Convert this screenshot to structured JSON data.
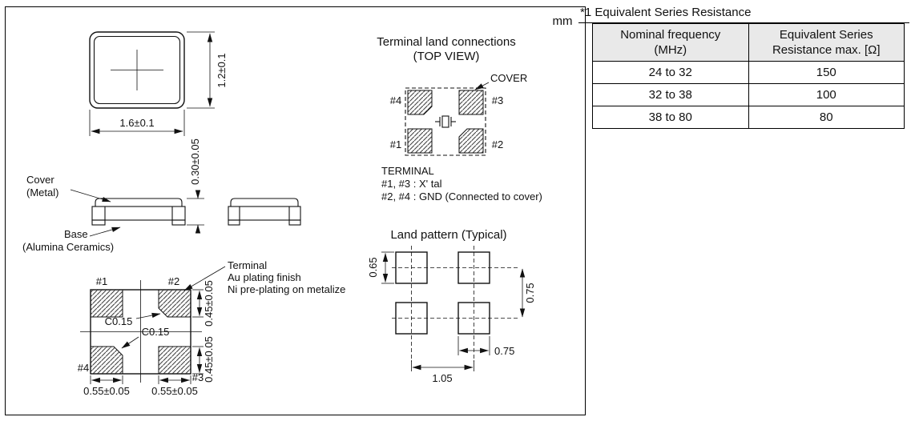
{
  "unit": "mm",
  "package": {
    "dim_width": "1.6±0.1",
    "dim_height": "1.2±0.1",
    "dim_thickness": "0.30±0.05",
    "cover_line1": "Cover",
    "cover_line2": "(Metal)",
    "base_line1": "Base",
    "base_line2": "(Alumina Ceramics)"
  },
  "bottom_view": {
    "pin1": "#1",
    "pin2": "#2",
    "pin3": "#3",
    "pin4": "#4",
    "chamfer1": "C0.15",
    "chamfer2": "C0.15",
    "dim_pad_w1": "0.55±0.05",
    "dim_pad_w2": "0.55±0.05",
    "dim_pad_h1": "0.45±0.05",
    "dim_pad_h2": "0.45±0.05",
    "note_line1": "Terminal",
    "note_line2": "Au plating finish",
    "note_line3": "Ni pre-plating on metalize"
  },
  "land_connections": {
    "title_line1": "Terminal land connections",
    "title_line2": "(TOP VIEW)",
    "cover_label": "COVER",
    "pin1": "#1",
    "pin2": "#2",
    "pin3": "#3",
    "pin4": "#4",
    "terminal_heading": "TERMINAL",
    "note1": "#1, #3 : X' tal",
    "note2": "#2, #4 : GND (Connected to cover)"
  },
  "land_pattern": {
    "title": "Land pattern (Typical)",
    "dim_pad_height": "0.65",
    "dim_pitch_v": "0.75",
    "dim_pad_width": "0.75",
    "dim_pitch_h": "1.05"
  },
  "esr_table": {
    "title": "*1 Equivalent Series Resistance",
    "col1_header_line1": "Nominal frequency",
    "col1_header_line2": "(MHz)",
    "col2_header_line1": "Equivalent Series",
    "col2_header_line2": "Resistance max. [Ω]",
    "rows": [
      {
        "frequency": "24 to 32",
        "resistance": "150"
      },
      {
        "frequency": "32 to 38",
        "resistance": "100"
      },
      {
        "frequency": "38 to 80",
        "resistance": "80"
      }
    ]
  }
}
